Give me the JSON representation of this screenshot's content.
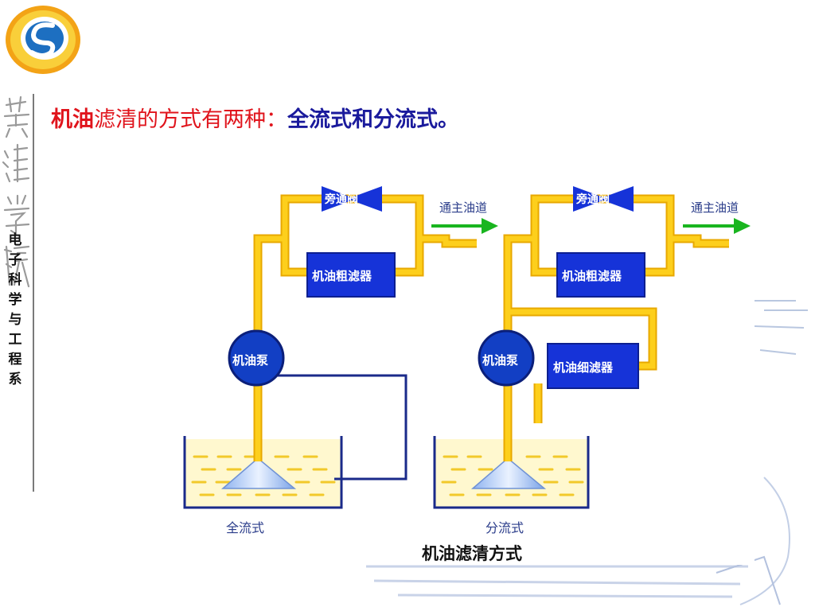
{
  "heading": {
    "part_red_bold": "机油",
    "part_red": "滤清的方式有两种：",
    "part_blue": "全流式和分流式。"
  },
  "sidebar": {
    "calligraphy": "黄淮学院",
    "department_chars": [
      "电",
      "子",
      "科",
      "学",
      "与",
      "工",
      "程",
      "系"
    ]
  },
  "diagram": {
    "left": {
      "valve": "旁通阀",
      "coarse_filter": "机油粗滤器",
      "pump": "机油泵",
      "outlet": "通主油道",
      "type_label": "全流式"
    },
    "right": {
      "valve": "旁通阀",
      "coarse_filter": "机油粗滤器",
      "fine_filter": "机油细滤器",
      "pump": "机油泵",
      "outlet": "通主油道",
      "type_label": "分流式"
    },
    "caption": "机油滤清方式"
  },
  "colors": {
    "pipe": "#fdcf1c",
    "pipe_edge": "#e8a800",
    "component": "#1633d8",
    "return_line": "#1a2a8a",
    "arrow": "#19b51f",
    "heading_red": "#e0141c",
    "heading_blue": "#1a1a9c"
  }
}
